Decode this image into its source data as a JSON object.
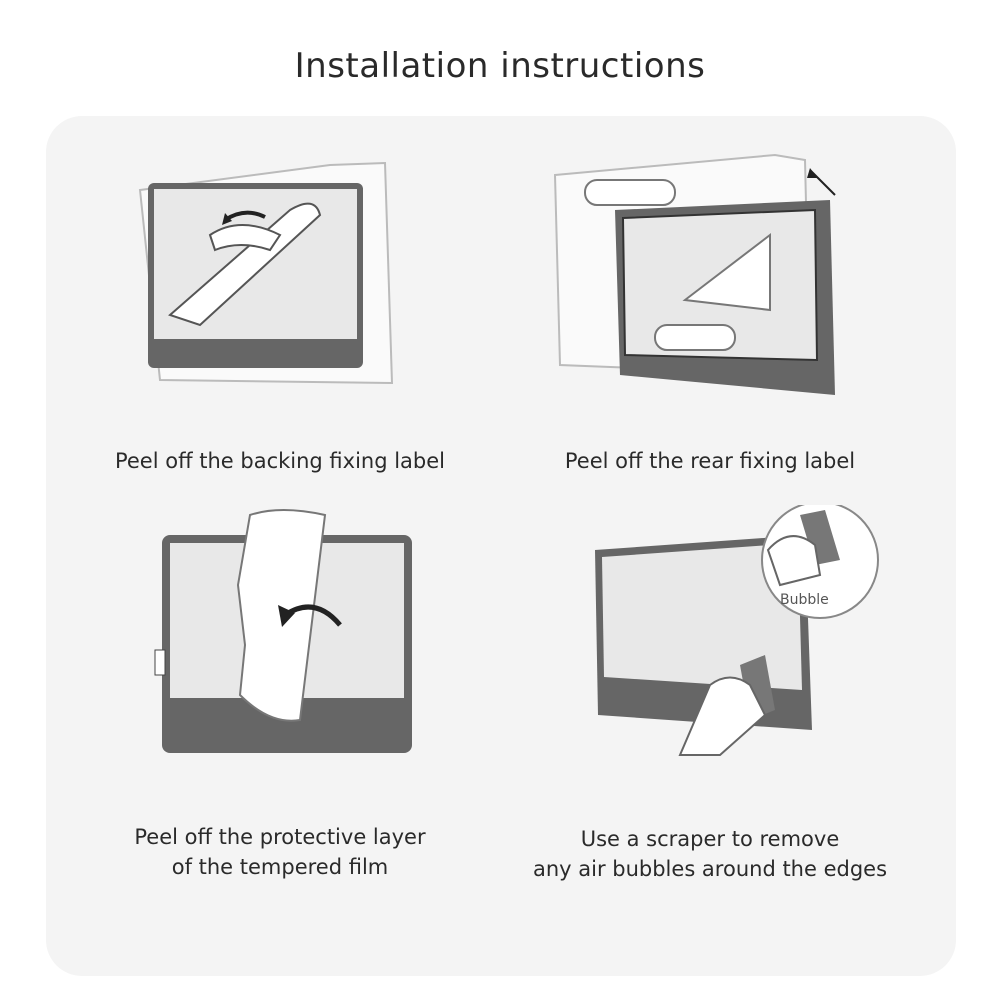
{
  "title": "Installation instructions",
  "steps": [
    {
      "caption": "Peel off the backing fixing label"
    },
    {
      "caption": "Peel off the rear fixing label"
    },
    {
      "caption_line1": "Peel off the protective layer",
      "caption_line2": "of the tempered film"
    },
    {
      "caption_line1": "Use a scraper to remove",
      "caption_line2": "any air bubbles around the edges",
      "inset_label": "Bubble"
    }
  ]
}
